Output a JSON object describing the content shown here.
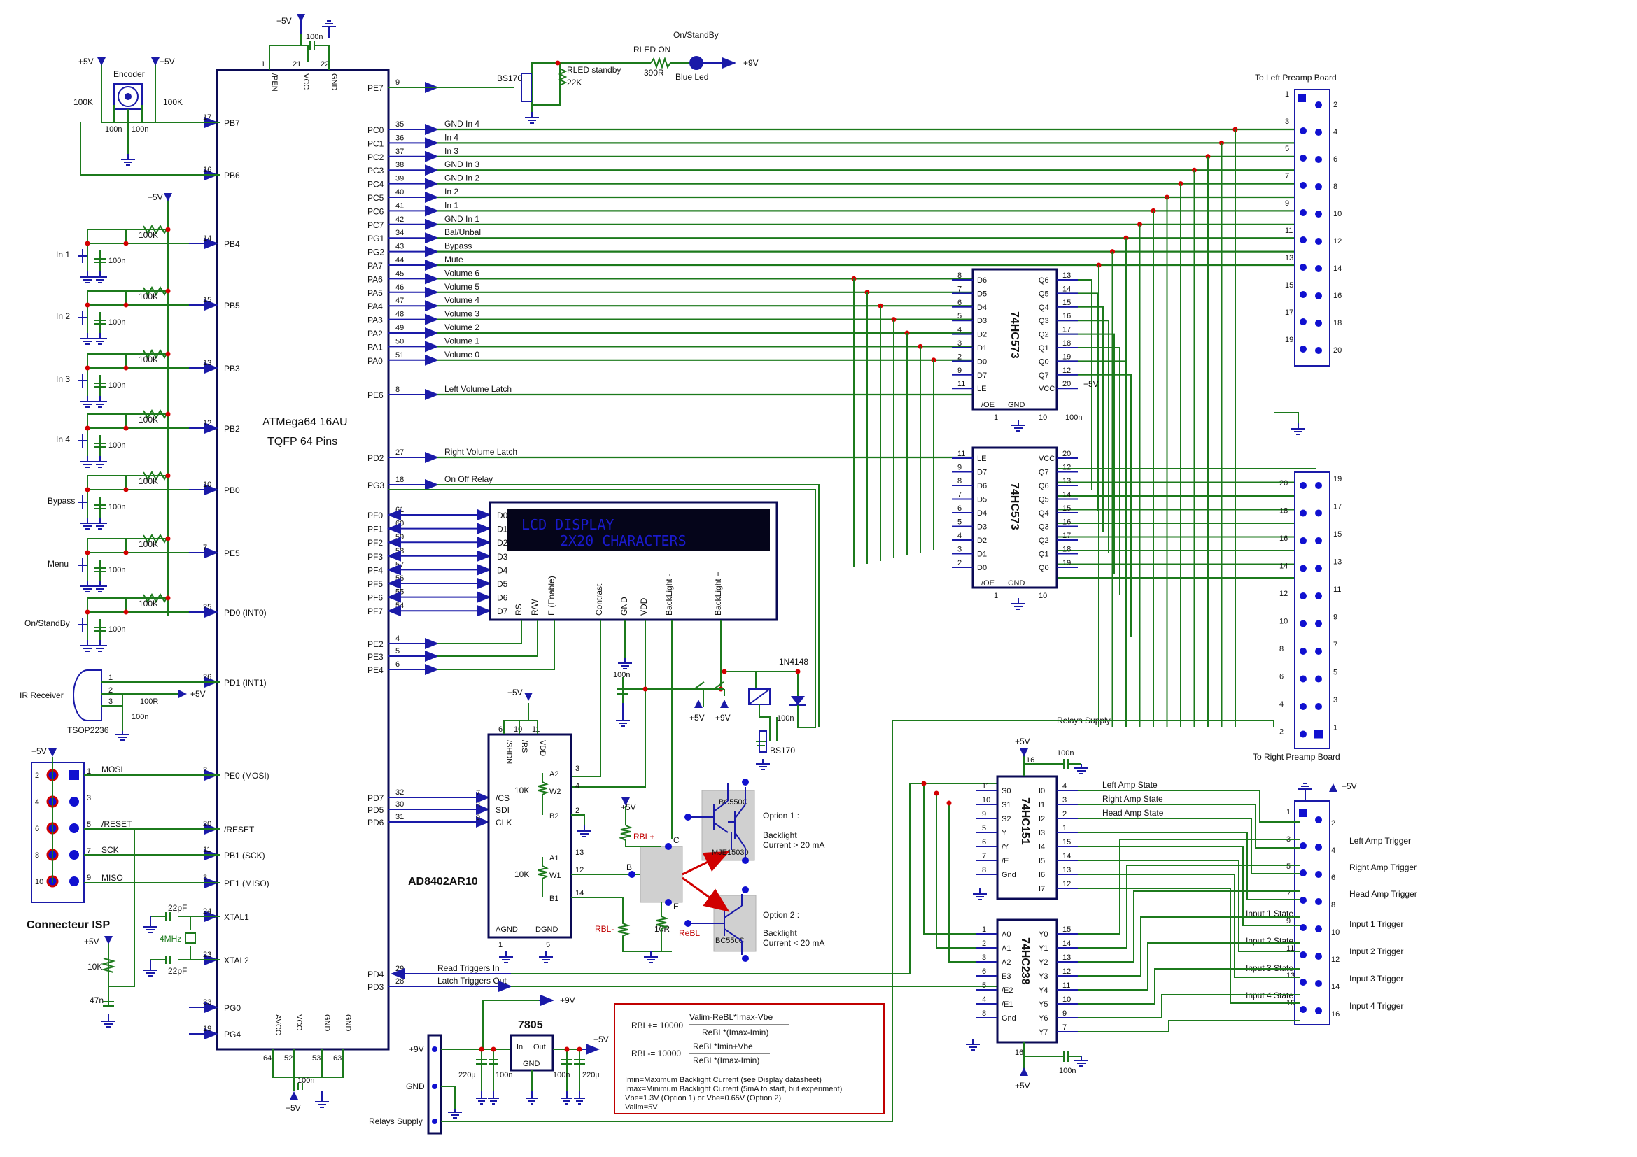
{
  "mcu": {
    "name": "ATMega64 16AU",
    "package": "TQFP 64 Pins",
    "top_pins": [
      {
        "num": "1",
        "name": "/PEN"
      },
      {
        "num": "21",
        "name": "VCC"
      },
      {
        "num": "22",
        "name": "GND"
      }
    ],
    "bottom_pins": [
      {
        "num": "64",
        "name": "AVCC"
      },
      {
        "num": "52",
        "name": "VCC"
      },
      {
        "num": "53",
        "name": "GND"
      },
      {
        "num": "63",
        "name": "GND"
      }
    ],
    "left_pins": [
      {
        "num": "17",
        "name": "PB7"
      },
      {
        "num": "16",
        "name": "PB6"
      },
      {
        "num": "14",
        "name": "PB4"
      },
      {
        "num": "15",
        "name": "PB5"
      },
      {
        "num": "13",
        "name": "PB3"
      },
      {
        "num": "12",
        "name": "PB2"
      },
      {
        "num": "10",
        "name": "PB0"
      },
      {
        "num": "7",
        "name": "PE5"
      },
      {
        "num": "25",
        "name": "PD0 (INT0)"
      },
      {
        "num": "26",
        "name": "PD1 (INT1)"
      },
      {
        "num": "2",
        "name": "PE0 (MOSI)"
      },
      {
        "num": "20",
        "name": "/RESET"
      },
      {
        "num": "11",
        "name": "PB1 (SCK)"
      },
      {
        "num": "3",
        "name": "PE1 (MISO)"
      },
      {
        "num": "24",
        "name": "XTAL1"
      },
      {
        "num": "23",
        "name": "XTAL2"
      },
      {
        "num": "33",
        "name": "PG0"
      },
      {
        "num": "19",
        "name": "PG4"
      }
    ],
    "right_pins_top": [
      {
        "num": "9",
        "name": "PE7"
      }
    ],
    "right_pins_bus": [
      {
        "num": "35",
        "name": "PC0",
        "net": "GND In 4"
      },
      {
        "num": "36",
        "name": "PC1",
        "net": "In 4"
      },
      {
        "num": "37",
        "name": "PC2",
        "net": "In 3"
      },
      {
        "num": "38",
        "name": "PC3",
        "net": "GND In 3"
      },
      {
        "num": "39",
        "name": "PC4",
        "net": "GND In 2"
      },
      {
        "num": "40",
        "name": "PC5",
        "net": "In 2"
      },
      {
        "num": "41",
        "name": "PC6",
        "net": "In 1"
      },
      {
        "num": "42",
        "name": "PC7",
        "net": "GND In 1"
      },
      {
        "num": "34",
        "name": "PG1",
        "net": "Bal/Unbal"
      },
      {
        "num": "43",
        "name": "PG2",
        "net": "Bypass"
      },
      {
        "num": "44",
        "name": "PA7",
        "net": "Mute"
      },
      {
        "num": "45",
        "name": "PA6",
        "net": "Volume 6"
      },
      {
        "num": "46",
        "name": "PA5",
        "net": "Volume 5"
      },
      {
        "num": "47",
        "name": "PA4",
        "net": "Volume 4"
      },
      {
        "num": "48",
        "name": "PA3",
        "net": "Volume 3"
      },
      {
        "num": "49",
        "name": "PA2",
        "net": "Volume 2"
      },
      {
        "num": "50",
        "name": "PA1",
        "net": "Volume 1"
      },
      {
        "num": "51",
        "name": "PA0",
        "net": "Volume 0"
      }
    ],
    "right_pins_mid": [
      {
        "num": "8",
        "name": "PE6",
        "net": "Left Volume Latch"
      },
      {
        "num": "27",
        "name": "PD2",
        "net": "Right Volume Latch"
      },
      {
        "num": "18",
        "name": "PG3",
        "net": "On Off Relay"
      }
    ],
    "right_pins_lcd": [
      {
        "num": "61",
        "name": "PF0"
      },
      {
        "num": "60",
        "name": "PF1"
      },
      {
        "num": "59",
        "name": "PF2"
      },
      {
        "num": "58",
        "name": "PF3"
      },
      {
        "num": "57",
        "name": "PF4"
      },
      {
        "num": "56",
        "name": "PF5"
      },
      {
        "num": "55",
        "name": "PF6"
      },
      {
        "num": "54",
        "name": "PF7"
      }
    ],
    "right_pins_ctrl": [
      {
        "num": "4",
        "name": "PE2"
      },
      {
        "num": "5",
        "name": "PE3"
      },
      {
        "num": "6",
        "name": "PE4"
      }
    ],
    "right_pins_spi": [
      {
        "num": "32",
        "name": "PD7"
      },
      {
        "num": "30",
        "name": "PD5"
      },
      {
        "num": "31",
        "name": "PD6"
      }
    ],
    "right_pins_bottom": [
      {
        "num": "29",
        "name": "PD4",
        "net": "Read Triggers In"
      },
      {
        "num": "28",
        "name": "PD3",
        "net": "Latch Triggers Out"
      }
    ]
  },
  "inputs": {
    "buttons": [
      "In 1",
      "In 2",
      "In 3",
      "In 4",
      "Bypass",
      "Menu",
      "On/StandBy"
    ],
    "resistor": "100K",
    "cap": "100n",
    "supply": "+5V"
  },
  "encoder": {
    "label": "Encoder",
    "r_left": "100K",
    "r_right": "100K",
    "cap_left": "100n",
    "cap_right": "100n",
    "supply_left": "+5V",
    "supply_right": "+5V"
  },
  "ir": {
    "label": "IR Receiver",
    "part": "TSOP2236",
    "resistor": "100R",
    "cap": "100n",
    "supply": "+5V",
    "pins": [
      "1",
      "2",
      "3"
    ]
  },
  "isp": {
    "label": "Connecteur ISP",
    "supply": "+5V",
    "signals": [
      "MOSI",
      "/RESET",
      "SCK",
      "MISO"
    ],
    "left_nums": [
      "2",
      "4",
      "6",
      "8",
      "10"
    ],
    "right_nums": [
      "1",
      "3",
      "5",
      "7",
      "9"
    ]
  },
  "reset": {
    "resistor": "10K",
    "cap": "47n",
    "supply": "+5V"
  },
  "crystal": {
    "freq": "4MHz",
    "cap1": "22pF",
    "cap2": "22pF"
  },
  "top_supply": {
    "vcc": "+5V",
    "cap": "100n"
  },
  "bottom_supply": {
    "vcc": "+5V",
    "cap": "100n"
  },
  "standby": {
    "mosfet": "BS170",
    "r_standby_label": "RLED standby",
    "r_standby_value": "22K",
    "rled_on_label": "RLED ON",
    "rled_on_value": "390R",
    "led_label": "Blue Led",
    "title": "On/StandBy",
    "supply": "+9V"
  },
  "connector_left": {
    "title": "To Left Preamp Board",
    "left_nums": [
      "1",
      "3",
      "5",
      "7",
      "9",
      "11",
      "13",
      "15",
      "17",
      "19"
    ],
    "right_nums": [
      "2",
      "4",
      "6",
      "8",
      "10",
      "12",
      "14",
      "16",
      "18",
      "20"
    ]
  },
  "connector_right": {
    "title": "To Right Preamp Board",
    "left_nums": [
      "20",
      "18",
      "16",
      "14",
      "12",
      "10",
      "8",
      "6",
      "4",
      "2"
    ],
    "right_nums": [
      "19",
      "17",
      "15",
      "13",
      "11",
      "9",
      "7",
      "5",
      "3",
      "1"
    ]
  },
  "latch1": {
    "name": "74HC573",
    "left_pins": [
      {
        "num": "8",
        "name": "D6"
      },
      {
        "num": "7",
        "name": "D5"
      },
      {
        "num": "6",
        "name": "D4"
      },
      {
        "num": "5",
        "name": "D3"
      },
      {
        "num": "4",
        "name": "D2"
      },
      {
        "num": "3",
        "name": "D1"
      },
      {
        "num": "2",
        "name": "D0"
      },
      {
        "num": "9",
        "name": "D7"
      },
      {
        "num": "11",
        "name": "LE"
      }
    ],
    "right_pins": [
      {
        "num": "13",
        "name": "Q6"
      },
      {
        "num": "14",
        "name": "Q5"
      },
      {
        "num": "15",
        "name": "Q4"
      },
      {
        "num": "16",
        "name": "Q3"
      },
      {
        "num": "17",
        "name": "Q2"
      },
      {
        "num": "18",
        "name": "Q1"
      },
      {
        "num": "19",
        "name": "Q0"
      },
      {
        "num": "12",
        "name": "Q7"
      },
      {
        "num": "20",
        "name": "VCC"
      }
    ],
    "bottom": [
      "/OE",
      "GND"
    ],
    "bottom_nums": [
      "1",
      "10"
    ],
    "supply": "+5V",
    "cap": "100n"
  },
  "latch2": {
    "name": "74HC573",
    "left_pins": [
      {
        "num": "11",
        "name": "LE"
      },
      {
        "num": "9",
        "name": "D7"
      },
      {
        "num": "8",
        "name": "D6"
      },
      {
        "num": "7",
        "name": "D5"
      },
      {
        "num": "6",
        "name": "D4"
      },
      {
        "num": "5",
        "name": "D3"
      },
      {
        "num": "4",
        "name": "D2"
      },
      {
        "num": "3",
        "name": "D1"
      },
      {
        "num": "2",
        "name": "D0"
      }
    ],
    "right_pins": [
      {
        "num": "20",
        "name": "VCC"
      },
      {
        "num": "12",
        "name": "Q7"
      },
      {
        "num": "13",
        "name": "Q6"
      },
      {
        "num": "14",
        "name": "Q5"
      },
      {
        "num": "15",
        "name": "Q4"
      },
      {
        "num": "16",
        "name": "Q3"
      },
      {
        "num": "17",
        "name": "Q2"
      },
      {
        "num": "18",
        "name": "Q1"
      },
      {
        "num": "19",
        "name": "Q0"
      }
    ],
    "bottom": [
      "/OE",
      "GND"
    ],
    "bottom_nums": [
      "1",
      "10"
    ]
  },
  "lcd": {
    "line1": "LCD DISPLAY",
    "line2": "2X20 CHARACTERS",
    "data_pins": [
      "D0",
      "D1",
      "D2",
      "D3",
      "D4",
      "D5",
      "D6",
      "D7"
    ],
    "bottom_pins": [
      "RS",
      "R/W",
      "E (Enable)",
      "Contrast",
      "GND",
      "VDD",
      "BackLight -",
      "BackLight +"
    ]
  },
  "digipot": {
    "name": "AD8402AR10",
    "top_pins": [
      {
        "num": "6",
        "name": "/SHDN"
      },
      {
        "num": "10",
        "name": "/RS"
      },
      {
        "num": "11",
        "name": "VDD"
      }
    ],
    "left_pins": [
      {
        "num": "7",
        "name": "/CS"
      },
      {
        "num": "8",
        "name": "SDI"
      },
      {
        "num": "9",
        "name": "CLK"
      }
    ],
    "pot1": [
      "A2",
      "W2",
      "B2"
    ],
    "pot1_nums": [
      "3",
      "4",
      "2"
    ],
    "pot2": [
      "A1",
      "W1",
      "B1"
    ],
    "pot2_nums": [
      "13",
      "12",
      "14"
    ],
    "pot_value": "10K",
    "bottom": [
      "AGND",
      "DGND"
    ],
    "bottom_nums": [
      "1",
      "5"
    ],
    "supply": "+5V"
  },
  "backlight": {
    "rbl_plus": "RBL+",
    "rbl_minus": "RBL-",
    "rebl": "ReBL",
    "rebl_value": "10R",
    "supply": "+5V",
    "option1_title": "Option 1 :",
    "option1_text1": "Backlight",
    "option1_text2": "Current > 20 mA",
    "option1_parts": [
      "BC550C",
      "MJE15030"
    ],
    "option2_title": "Option 2 :",
    "option2_text1": "Backlight",
    "option2_text2": "Current < 20 mA",
    "option2_part": "BC550C",
    "pins": [
      "B",
      "C",
      "E"
    ]
  },
  "relay": {
    "diode": "1N4148",
    "mosfet": "BS170",
    "cap": "100n",
    "cap2": "100n",
    "supply_5": "+5V",
    "supply_9": "+9V"
  },
  "mux": {
    "name": "74HC151",
    "left_pins": [
      {
        "num": "11",
        "name": "S0"
      },
      {
        "num": "10",
        "name": "S1"
      },
      {
        "num": "9",
        "name": "S2"
      },
      {
        "num": "5",
        "name": "Y"
      },
      {
        "num": "6",
        "name": "/Y"
      },
      {
        "num": "7",
        "name": "/E"
      },
      {
        "num": "8",
        "name": "Gnd"
      }
    ],
    "right_pins": [
      {
        "num": "4",
        "name": "I0"
      },
      {
        "num": "3",
        "name": "I1"
      },
      {
        "num": "2",
        "name": "I2"
      },
      {
        "num": "1",
        "name": "I3"
      },
      {
        "num": "15",
        "name": "I4"
      },
      {
        "num": "14",
        "name": "I5"
      },
      {
        "num": "13",
        "name": "I6"
      },
      {
        "num": "12",
        "name": "I7"
      }
    ],
    "vcc_num": "16",
    "supply": "+5V",
    "cap": "100n",
    "state_labels": [
      "Left Amp State",
      "Right Amp State",
      "Head Amp State"
    ]
  },
  "decoder": {
    "name": "74HC238",
    "left_pins": [
      {
        "num": "1",
        "name": "A0"
      },
      {
        "num": "2",
        "name": "A1"
      },
      {
        "num": "3",
        "name": "A2"
      },
      {
        "num": "6",
        "name": "E3"
      },
      {
        "num": "5",
        "name": "/E2"
      },
      {
        "num": "4",
        "name": "/E1"
      },
      {
        "num": "8",
        "name": "Gnd"
      }
    ],
    "right_pins": [
      {
        "num": "15",
        "name": "Y0"
      },
      {
        "num": "14",
        "name": "Y1"
      },
      {
        "num": "13",
        "name": "Y2"
      },
      {
        "num": "12",
        "name": "Y3"
      },
      {
        "num": "11",
        "name": "Y4"
      },
      {
        "num": "10",
        "name": "Y5"
      },
      {
        "num": "9",
        "name": "Y6"
      },
      {
        "num": "7",
        "name": "Y7"
      }
    ],
    "vcc_num": "16",
    "supply": "+5V",
    "cap": "100n",
    "state_labels": [
      "Input 1 State",
      "Input 2 State",
      "Input 3 State",
      "Input 4 State"
    ]
  },
  "trigger_connector": {
    "supply": "+5V",
    "left_nums": [
      "1",
      "3",
      "5",
      "7",
      "9",
      "11",
      "13",
      "15"
    ],
    "right_nums": [
      "2",
      "4",
      "6",
      "8",
      "10",
      "12",
      "14",
      "16"
    ],
    "labels": [
      "Left Amp Trigger",
      "Right Amp Trigger",
      "Head Amp Trigger",
      "Input 1 Trigger",
      "Input 2 Trigger",
      "Input 3 Trigger",
      "Input 4 Trigger"
    ]
  },
  "relays_supply_label": "Relays Supply",
  "power": {
    "regulator": "7805",
    "reg_in": "In",
    "reg_out": "Out",
    "reg_gnd": "GND",
    "in_label": "+9V",
    "out_label": "+5V",
    "cap_in_big": "220µ",
    "cap_in_small": "100n",
    "cap_out_small": "100n",
    "cap_out_big": "220µ",
    "conn_labels": [
      "+9V",
      "GND",
      "Relays Supply"
    ]
  },
  "formula": {
    "rbl_plus_lhs": "RBL+= 10000",
    "rbl_plus_num": "Valim-ReBL*Imax-Vbe",
    "rbl_plus_den": "ReBL*(Imax-Imin)",
    "rbl_minus_lhs": "RBL-= 10000",
    "rbl_minus_num": "ReBL*Imin+Vbe",
    "rbl_minus_den": "ReBL*(Imax-Imin)",
    "note1": "Imin=Maximum Backlight Current (see Display datasheet)",
    "note2": "Imax=Minimum Backlight Current (5mA to start, but experiment)",
    "note3": "Vbe=1.3V (Option 1) or Vbe=0.65V (Option 2)",
    "note4": "Valim=5V"
  }
}
